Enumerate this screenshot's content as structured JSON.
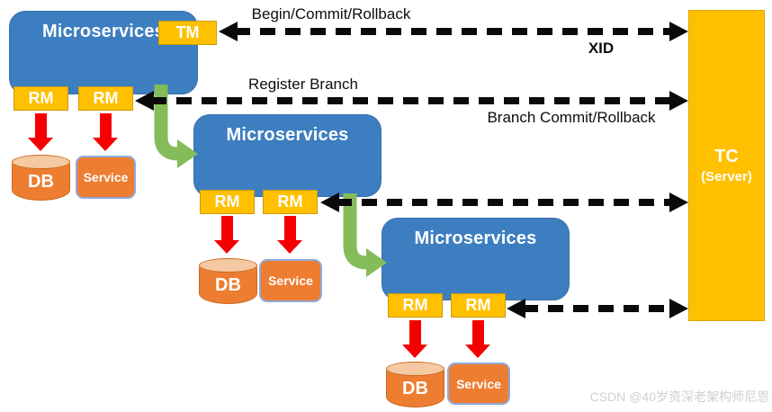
{
  "clusters": [
    {
      "title": "Microservices",
      "tm": "TM",
      "rm1": "RM",
      "rm2": "RM",
      "db": "DB",
      "service": "Service"
    },
    {
      "title": "Microservices",
      "rm1": "RM",
      "rm2": "RM",
      "db": "DB",
      "service": "Service"
    },
    {
      "title": "Microservices",
      "rm1": "RM",
      "rm2": "RM",
      "db": "DB",
      "service": "Service"
    }
  ],
  "tc": {
    "name": "TC",
    "subtitle": "(Server)"
  },
  "messages": {
    "begin_commit_rollback": "Begin/Commit/Rollback",
    "xid": "XID",
    "register_branch": "Register Branch",
    "branch_commit_rollback": "Branch Commit/Rollback"
  },
  "watermark": "CSDN @40岁资深老架构师尼恩",
  "colors": {
    "microservices_blue": "#3D7EC0",
    "tag_gold": "#FFC000",
    "component_orange": "#ED7D31",
    "db_top": "#F5C9A2",
    "service_border": "#8FAADC",
    "arrow_red": "#F40000",
    "flow_green": "#84BC5A",
    "dashed_black": "#0A0A0A",
    "watermark_gray": "#CFCFCF"
  }
}
